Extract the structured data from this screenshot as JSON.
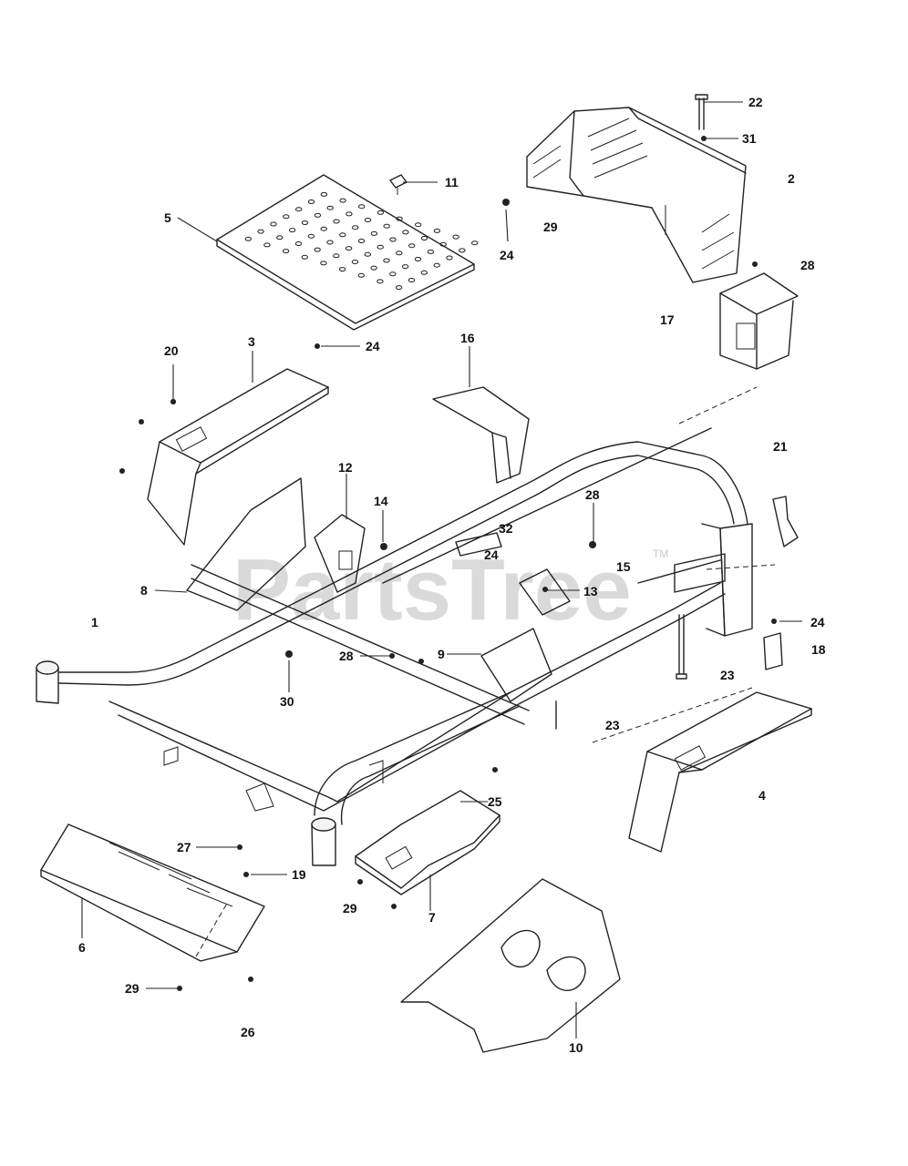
{
  "watermark": {
    "text": "PartsTree",
    "tm": "TM"
  },
  "callouts": {
    "c1": "1",
    "c2": "2",
    "c3": "3",
    "c4": "4",
    "c5": "5",
    "c6": "6",
    "c7": "7",
    "c8": "8",
    "c9": "9",
    "c10": "10",
    "c11": "11",
    "c12": "12",
    "c13": "13",
    "c14": "14",
    "c15": "15",
    "c16": "16",
    "c17": "17",
    "c18": "18",
    "c19": "19",
    "c20": "20",
    "c21": "21",
    "c22": "22",
    "c23a": "23",
    "c23b": "23",
    "c24a": "24",
    "c24b": "24",
    "c24c": "24",
    "c24d": "24",
    "c25": "25",
    "c26": "26",
    "c27": "27",
    "c28a": "28",
    "c28b": "28",
    "c28c": "28",
    "c29a": "29",
    "c29b": "29",
    "c29c": "29",
    "c30": "30",
    "c31": "31",
    "c32": "32"
  }
}
